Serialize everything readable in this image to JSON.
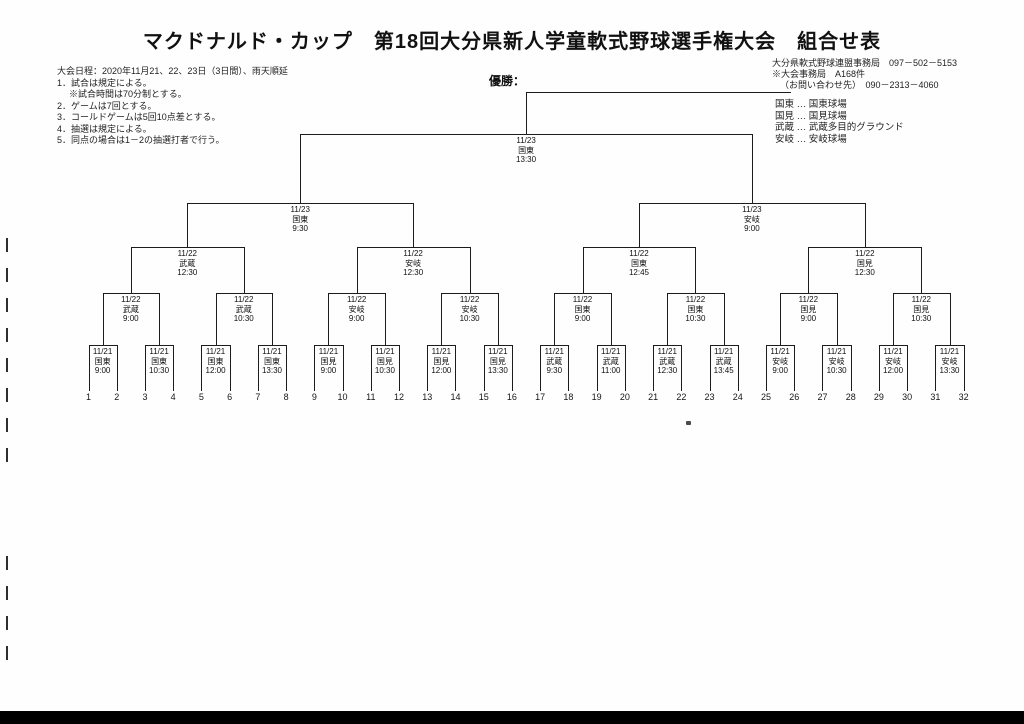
{
  "title": "マクドナルド・カップ　第18回大分県新人学童軟式野球選手権大会　組合せ表",
  "champion_label": "優勝：",
  "notes": [
    "大会日程：2020年11月21、22、23日（3日間）、雨天順延",
    "1．試合は規定による。",
    "※試合時間は70分制とする。",
    "2．ゲームは7回とする。",
    "3．コールドゲームは5回10点差とする。",
    "4．抽選は規定による。",
    "5．同点の場合は1－2の抽選打者で行う。"
  ],
  "contact": [
    "大分県軟式野球連盟事務局　097－502－5153",
    "※大会事務局　A168件",
    "（お問い合わせ先）　090－2313－4060"
  ],
  "venues": [
    "国東 … 国東球場",
    "国見 … 国見球場",
    "武蔵 … 武蔵多目的グラウンド",
    "安岐 … 安岐球場"
  ],
  "slots": [
    "1",
    "2",
    "3",
    "4",
    "5",
    "6",
    "7",
    "8",
    "9",
    "10",
    "11",
    "12",
    "13",
    "14",
    "15",
    "16",
    "17",
    "18",
    "19",
    "20",
    "21",
    "22",
    "23",
    "24",
    "25",
    "26",
    "27",
    "28",
    "29",
    "30",
    "31",
    "32"
  ],
  "rounds": {
    "round1": [
      {
        "date": "11/21",
        "venue": "国東",
        "time": "9:00"
      },
      {
        "date": "11/21",
        "venue": "国東",
        "time": "10:30"
      },
      {
        "date": "11/21",
        "venue": "国東",
        "time": "12:00"
      },
      {
        "date": "11/21",
        "venue": "国東",
        "time": "13:30"
      },
      {
        "date": "11/21",
        "venue": "国見",
        "time": "9:00"
      },
      {
        "date": "11/21",
        "venue": "国見",
        "time": "10:30"
      },
      {
        "date": "11/21",
        "venue": "国見",
        "time": "12:00"
      },
      {
        "date": "11/21",
        "venue": "国見",
        "time": "13:30"
      },
      {
        "date": "11/21",
        "venue": "武蔵",
        "time": "9:30"
      },
      {
        "date": "11/21",
        "venue": "武蔵",
        "time": "11:00"
      },
      {
        "date": "11/21",
        "venue": "武蔵",
        "time": "12:30"
      },
      {
        "date": "11/21",
        "venue": "武蔵",
        "time": "13:45"
      },
      {
        "date": "11/21",
        "venue": "安岐",
        "time": "9:00"
      },
      {
        "date": "11/21",
        "venue": "安岐",
        "time": "10:30"
      },
      {
        "date": "11/21",
        "venue": "安岐",
        "time": "12:00"
      },
      {
        "date": "11/21",
        "venue": "安岐",
        "time": "13:30"
      }
    ],
    "round2": [
      {
        "date": "11/22",
        "venue": "武蔵",
        "time": "9:00"
      },
      {
        "date": "11/22",
        "venue": "武蔵",
        "time": "10:30"
      },
      {
        "date": "11/22",
        "venue": "安岐",
        "time": "9:00"
      },
      {
        "date": "11/22",
        "venue": "安岐",
        "time": "10:30"
      },
      {
        "date": "11/22",
        "venue": "国東",
        "time": "9:00"
      },
      {
        "date": "11/22",
        "venue": "国東",
        "time": "10:30"
      },
      {
        "date": "11/22",
        "venue": "国見",
        "time": "9:00"
      },
      {
        "date": "11/22",
        "venue": "国見",
        "time": "10:30"
      }
    ],
    "quarterfinals": [
      {
        "date": "11/22",
        "venue": "武蔵",
        "time": "12:30"
      },
      {
        "date": "11/22",
        "venue": "安岐",
        "time": "12:30"
      },
      {
        "date": "11/22",
        "venue": "国東",
        "time": "12:45"
      },
      {
        "date": "11/22",
        "venue": "国見",
        "time": "12:30"
      }
    ],
    "semifinals": [
      {
        "date": "11/23",
        "venue": "国東",
        "time": "9:30"
      },
      {
        "date": "11/23",
        "venue": "安岐",
        "time": "9:00"
      }
    ],
    "final": [
      {
        "date": "11/23",
        "venue": "国東",
        "time": "13:30"
      }
    ]
  }
}
